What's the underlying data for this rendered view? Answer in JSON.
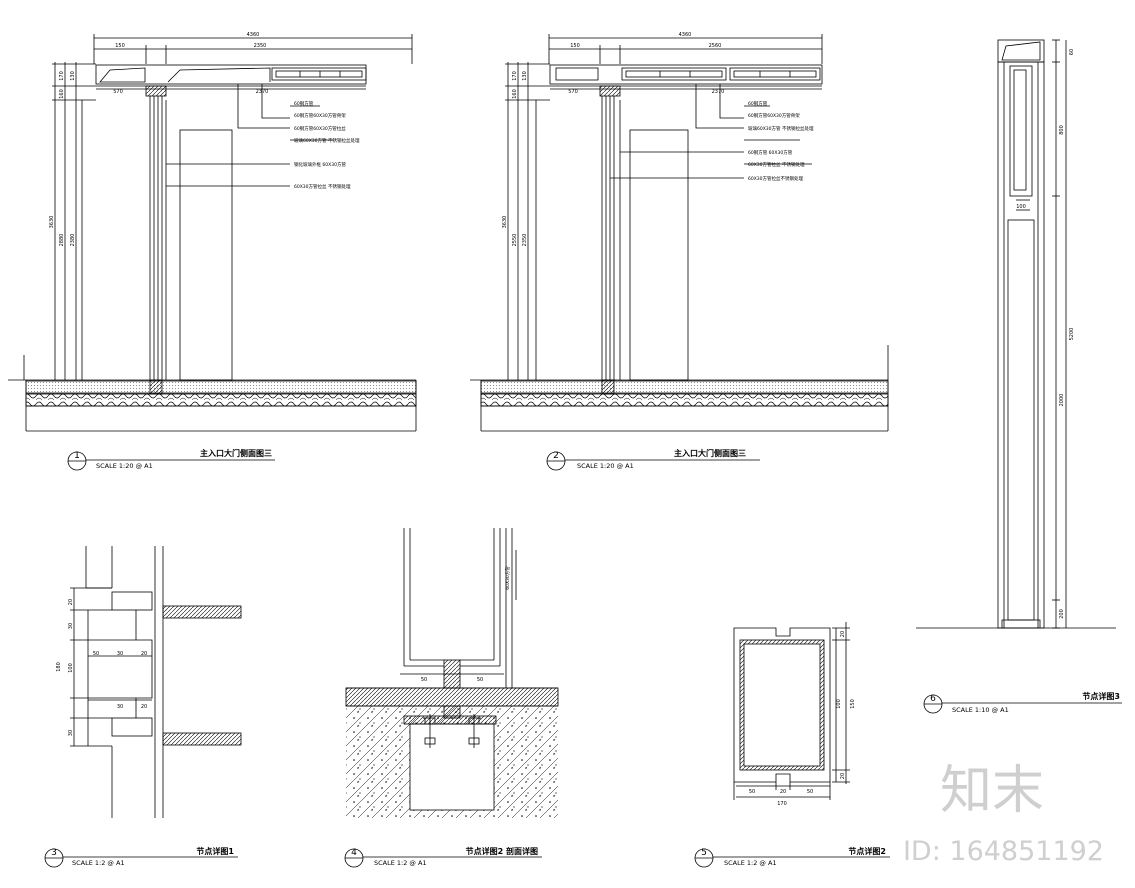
{
  "views": [
    {
      "num": "1",
      "title": "主入口大门侧面图三",
      "scale": "SCALE 1:20 @ A1",
      "dims_top": [
        "150",
        "2350",
        "4360"
      ],
      "dims_left": [
        "3630",
        "2880",
        "2380",
        "170",
        "130",
        "160"
      ],
      "dims_sub": [
        "570",
        "2370"
      ],
      "notes": [
        "60钢方管",
        "60钢方管60X30方管骨架",
        "60钢方管60X30方管拉丝",
        "玻璃60X30方管 不锈钢拉丝处理",
        "钢化玻璃外框 60X30方管",
        "60X30方管拉丝 不锈钢处理"
      ]
    },
    {
      "num": "2",
      "title": "主入口大门侧面图三",
      "scale": "SCALE 1:20 @ A1",
      "dims_top": [
        "150",
        "2560",
        "4360"
      ],
      "dims_left": [
        "3630",
        "2550",
        "2350",
        "170",
        "130",
        "160"
      ],
      "dims_sub": [
        "570",
        "2370"
      ],
      "notes": [
        "60钢方管",
        "60钢方管60X30方管骨架",
        "玻璃60X30方管 不锈钢拉丝处理",
        "60钢方管 60X30方管",
        "60X30方管拉丝 不锈钢处理",
        "60X30方管拉丝不锈钢处理"
      ]
    },
    {
      "num": "3",
      "title": "节点详图1",
      "scale": "SCALE 1:2 @ A1",
      "dims": [
        "20",
        "30",
        "50",
        "30",
        "20",
        "100",
        "30",
        "20",
        "180",
        "30"
      ]
    },
    {
      "num": "4",
      "title": "节点详图2 剖面详图",
      "scale": "SCALE 1:2 @ A1",
      "dims": [
        "50",
        "50"
      ],
      "side_note": "60X30方管"
    },
    {
      "num": "5",
      "title": "节点详图2",
      "scale": "SCALE 1:2 @ A1",
      "dims": [
        "50",
        "20",
        "50",
        "170",
        "20",
        "150",
        "100",
        "20"
      ]
    },
    {
      "num": "6",
      "title": "节点详图3",
      "scale": "SCALE 1:10 @ A1",
      "dims": [
        "60",
        "800",
        "5200",
        "2000",
        "200",
        "100"
      ]
    }
  ],
  "watermark": {
    "logo": "知末",
    "id": "ID: 164851192"
  }
}
